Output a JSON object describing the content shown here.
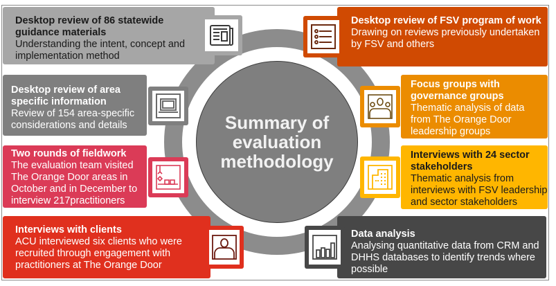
{
  "center": {
    "title": "Summary of evaluation methodology"
  },
  "colors": {
    "light_gray": "#a6a6a6",
    "mid_gray": "#7f7f7f",
    "pink_red": "#db3b57",
    "red": "#e0301e",
    "burnt_orange": "#d04a02",
    "orange": "#eb8c00",
    "yellow": "#ffb600",
    "dark_gray": "#474747",
    "ring": "#8c8c8c"
  },
  "left_items": [
    {
      "title": "Desktop review of 86 statewide guidance materials",
      "description": "Understanding the intent, concept and implementation method",
      "icon": "newspaper-icon"
    },
    {
      "title": "Desktop review of area specific information",
      "description": "Review of 154 area-specific considerations and details",
      "icon": "laptop-icon"
    },
    {
      "title": "Two rounds of fieldwork",
      "description": "The evaluation team visited The Orange Door areas in October and in December to interview 217practitioners",
      "icon": "fieldwork-icon"
    },
    {
      "title": "Interviews with clients",
      "description": "ACU interviewed six clients who were recruited through engagement with practitioners at The Orange Door",
      "icon": "person-icon"
    }
  ],
  "right_items": [
    {
      "title": "Desktop review of FSV program of work",
      "description": "Drawing on reviews previously undertaken by FSV and others",
      "icon": "list-icon"
    },
    {
      "title": "Focus groups with governance groups",
      "description": "Thematic analysis of data from The Orange Door leadership groups",
      "icon": "group-icon"
    },
    {
      "title": "Interviews with 24 sector stakeholders",
      "description": "Thematic analysis from interviews with FSV leadership and sector stakeholders",
      "icon": "building-icon"
    },
    {
      "title": "Data analysis",
      "description": "Analysing quantitative data from CRM and DHHS databases to identify trends where possible",
      "icon": "bar-chart-icon"
    }
  ]
}
